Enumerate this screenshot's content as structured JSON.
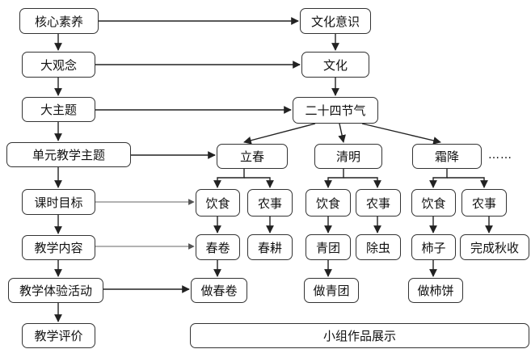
{
  "left_column": {
    "core_literacy": "核心素养",
    "big_concept": "大观念",
    "big_theme": "大主题",
    "unit_theme": "单元教学主题",
    "lesson_goal": "课时目标",
    "teaching_content": "教学内容",
    "experience_activity": "教学体验活动",
    "teaching_evaluation": "教学评价"
  },
  "main_chain": {
    "cultural_awareness": "文化意识",
    "culture": "文化",
    "solar_terms": "二十四节气"
  },
  "terms": [
    {
      "name": "立春",
      "diet": "饮食",
      "farming": "农事",
      "diet_item": "春卷",
      "farming_item": "春耕",
      "activity": "做春卷"
    },
    {
      "name": "清明",
      "diet": "饮食",
      "farming": "农事",
      "diet_item": "青团",
      "farming_item": "除虫",
      "activity": "做青团"
    },
    {
      "name": "霜降",
      "diet": "饮食",
      "farming": "农事",
      "diet_item": "柿子",
      "farming_item": "完成秋收",
      "activity": "做柿饼"
    }
  ],
  "ellipsis": "……",
  "evaluation_result": "小组作品展示"
}
